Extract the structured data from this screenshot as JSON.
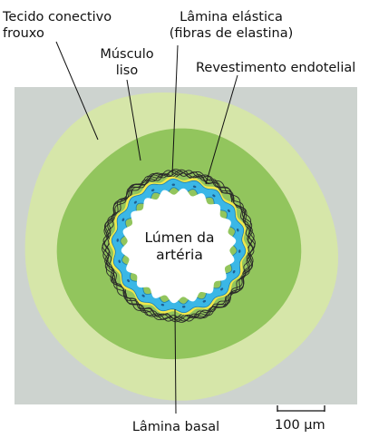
{
  "labels": {
    "loose_connective_tissue": [
      "Tecido conectivo",
      "frouxo"
    ],
    "smooth_muscle": [
      "Músculo",
      "liso"
    ],
    "elastic_lamina": [
      "Lâmina elástica",
      "(fibras de elastina)"
    ],
    "endothelial_lining": "Revestimento endotelial",
    "lumen": [
      "Lúmen da",
      "artéria"
    ],
    "basal_lamina": "Lâmina basal"
  },
  "scale_bar": {
    "label": "100 μm",
    "length_um": 100
  },
  "colors": {
    "background_tissue": "#cdd3cf",
    "connective_tissue": "#d6e6a9",
    "smooth_muscle": "#92c55d",
    "elastic_fibers": "#2a2a2a",
    "basal_lamina": "#f2e84a",
    "endothelium": "#3bb7e6",
    "endothelium_nuclei": "#1f5d8f",
    "lumen": "#ffffff",
    "leader_lines": "#111111"
  }
}
